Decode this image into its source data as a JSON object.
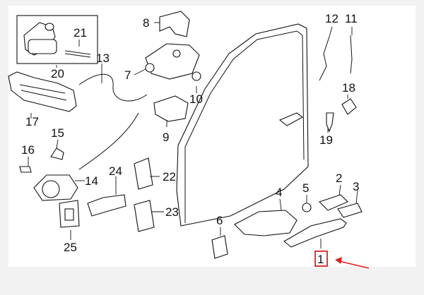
{
  "diagram": {
    "callouts": [
      "1",
      "2",
      "3",
      "4",
      "5",
      "6",
      "7",
      "8",
      "9",
      "10",
      "11",
      "12",
      "13",
      "14",
      "15",
      "16",
      "17",
      "18",
      "19",
      "20",
      "21",
      "22",
      "23",
      "24",
      "25"
    ],
    "highlighted_callout": "1",
    "highlight_color": "#e02020",
    "arrow_color": "#e02020",
    "line_color": "#111111",
    "background_color": "#f2f2f2"
  }
}
